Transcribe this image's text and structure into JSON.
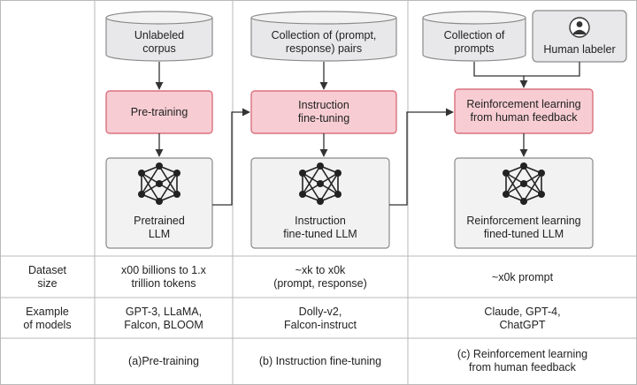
{
  "columns": {
    "pretraining": {
      "data_source": "Unlabeled\ncorpus",
      "process": "Pre-training",
      "model": "Pretrained\nLLM"
    },
    "instruction": {
      "data_source": "Collection of (prompt,\nresponse) pairs",
      "process": "Instruction\nfine-tuning",
      "model": "Instruction\nfine-tuned LLM"
    },
    "rlhf": {
      "data_source": "Collection of\nprompts",
      "labeler": "Human labeler",
      "process": "Reinforcement learning\nfrom human feedback",
      "model": "Reinforcement learning\nfined-tuned LLM"
    }
  },
  "table": {
    "dataset_size": {
      "label": "Dataset\nsize",
      "values": [
        "x00 billions to 1.x\ntrillion tokens",
        "~xk to x0k\n(prompt, response)",
        "~x0k prompt"
      ]
    },
    "examples": {
      "label": "Example\nof models",
      "values": [
        "GPT-3, LLaMA,\nFalcon, BLOOM",
        "Dolly-v2,\nFalcon-instruct",
        "Claude, GPT-4,\nChatGPT"
      ]
    },
    "captions": [
      "(a)Pre-training",
      "(b) Instruction fine-tuning",
      "(c) Reinforcement learning\nfrom human feedback"
    ]
  },
  "colors": {
    "cylinder_fill": "#e8e8ea",
    "cylinder_stroke": "#8a8a8a",
    "process_fill": "#f7cdd3",
    "process_stroke": "#d9707f",
    "model_fill": "#f2f2f3",
    "model_stroke": "#8a8a8a",
    "grid": "#b9b9b9",
    "arrow": "#333333"
  }
}
